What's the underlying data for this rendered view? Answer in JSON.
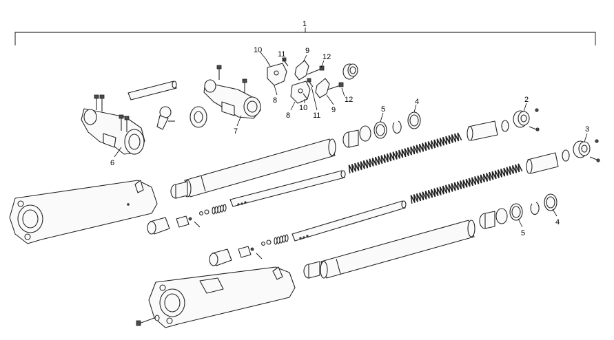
{
  "diagram": {
    "callouts": {
      "c1": "1",
      "c2": "2",
      "c3": "3",
      "c4a": "4",
      "c4b": "4",
      "c5a": "5",
      "c5b": "5",
      "c6": "6",
      "c7": "7",
      "c8a": "8",
      "c8b": "8",
      "c9a": "9",
      "c9b": "9",
      "c10a": "10",
      "c10b": "10",
      "c11a": "11",
      "c11b": "11",
      "c12a": "12",
      "c12b": "12"
    }
  }
}
